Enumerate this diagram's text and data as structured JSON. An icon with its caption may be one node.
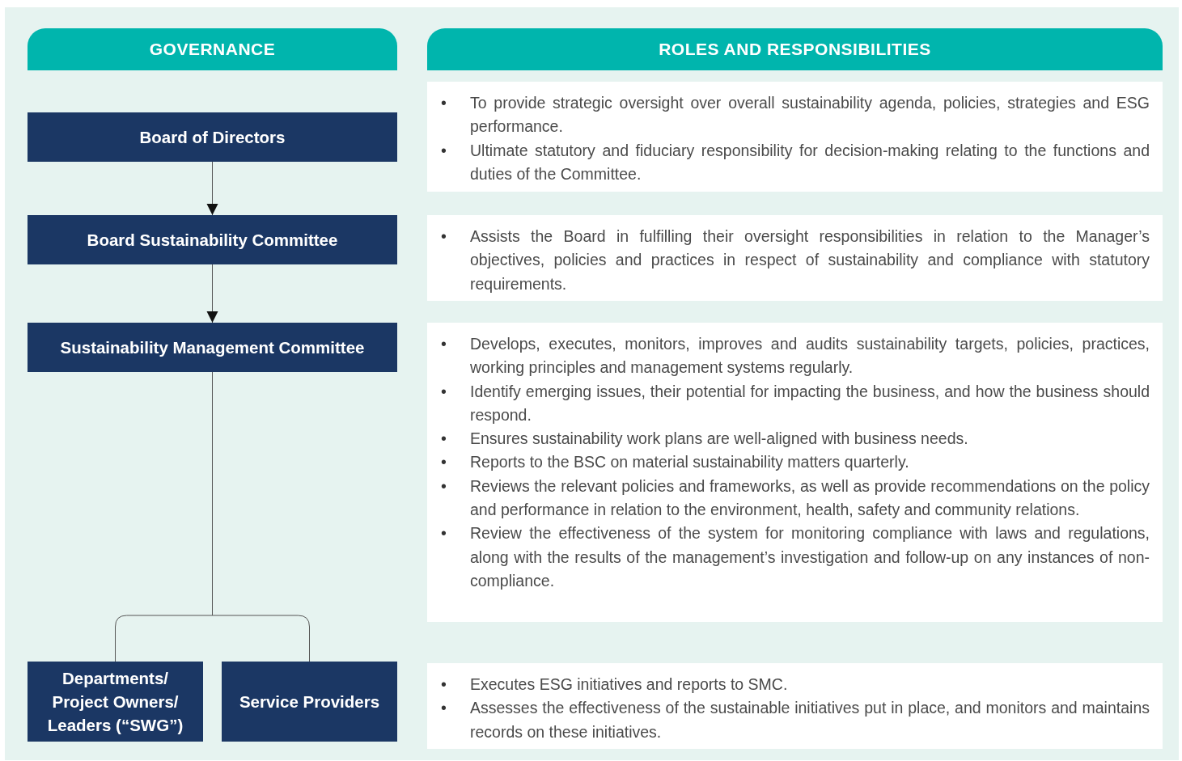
{
  "diagram": {
    "nodes": [
      {
        "text": [
          "GOVERNANCE"
        ]
      },
      {
        "text": [
          "ROLES AND RESPONSIBILITIES"
        ]
      },
      {
        "text": [
          "Board of Directors"
        ]
      },
      {
        "text": [
          "To provide strategic oversight over overall sustainability agenda, policies, strategies and ESG performance.",
          "Ultimate statutory and fiduciary responsibility for decision-making relating to the functions and duties of the Committee."
        ]
      },
      {
        "text": [
          "Board Sustainability Committee"
        ]
      },
      {
        "text": [
          "Assists the Board in fulfilling their oversight responsibilities in relation to the Manager’s objectives, policies and practices in respect of sustainability and compliance with statutory requirements."
        ]
      },
      {
        "text": [
          "Sustainability Management Committee"
        ]
      },
      {
        "text": [
          "Develops, executes, monitors, improves and audits sustainability targets, policies, practices, working principles and management systems regularly.",
          "Identify emerging issues, their potential for impacting the business, and how the business should respond.",
          "Ensures sustainability work plans are well-aligned with business needs.",
          "Reports to the BSC on material sustainability matters quarterly.",
          "Reviews the relevant policies and frameworks, as well as provide recommendations on the policy and performance in relation to the environment, health, safety and community relations.",
          "Review the effectiveness of the system for monitoring compliance with laws and regulations, along with the results of the management’s investigation and follow-up on any instances of non-compliance."
        ]
      },
      {
        "text": [
          "Departments/ Project Owners/ Leaders (“SWG”)"
        ]
      },
      {
        "text": [
          "Service Providers"
        ]
      },
      {
        "text": [
          "Executes ESG initiatives and reports to SMC.",
          "Assesses the effectiveness of the sustainable initiatives put in place, and monitors and maintains records on these initiatives."
        ]
      }
    ],
    "edges": [
      {
        "from": 2,
        "to": 4,
        "arrow": "to"
      },
      {
        "from": 4,
        "to": 6,
        "arrow": "to"
      },
      {
        "from": 6,
        "to": 8,
        "arrow": "none"
      },
      {
        "from": 6,
        "to": 9,
        "arrow": "none"
      }
    ],
    "labels": [
      "•",
      "•",
      "•",
      "•",
      "•",
      "•",
      "•",
      "•",
      "•",
      "•",
      "•"
    ]
  }
}
